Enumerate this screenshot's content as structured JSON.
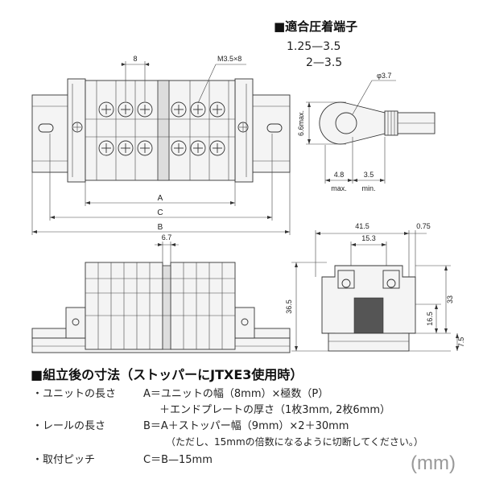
{
  "terminal_box": {
    "title": "■適合圧着端子",
    "sizes": [
      "1.25—3.5",
      "2—3.5"
    ]
  },
  "dims_top": {
    "pitch": "8",
    "screw": "M3.5×8",
    "A": "A",
    "C": "C",
    "B": "B"
  },
  "dims_lug": {
    "hole": "φ3.7",
    "width": "6.6max.",
    "d1": "4.8",
    "d1_note": "max.",
    "d2": "3.5",
    "d2_note": "min."
  },
  "dims_side": {
    "overall": "41.5",
    "offset": "0.75",
    "inner": "15.3",
    "height_total": "36.5",
    "height_upper": "33",
    "height_rail": "16.5",
    "height_base": "7.5"
  },
  "dims_front": {
    "gap": "6.7"
  },
  "assembly": {
    "heading": "■組立後の寸法（ストッパーにJTXE3使用時）",
    "lines": [
      {
        "label": "・ユニットの長さ",
        "formula": "A＝ユニットの幅（8mm）×極数（P）"
      },
      {
        "label": "",
        "formula": "＋エンドプレートの厚さ（1枚3mm, 2枚6mm）"
      },
      {
        "label": "・レールの長さ",
        "formula": "B＝A＋ストッパー幅（9mm）×2＋30mm"
      },
      {
        "label": "",
        "formula": "（ただし、15mmの倍数になるように切断してください。）"
      },
      {
        "label": "・取付ピッチ",
        "formula": "C＝B—15mm"
      }
    ]
  },
  "unit_mark": "(mm)"
}
